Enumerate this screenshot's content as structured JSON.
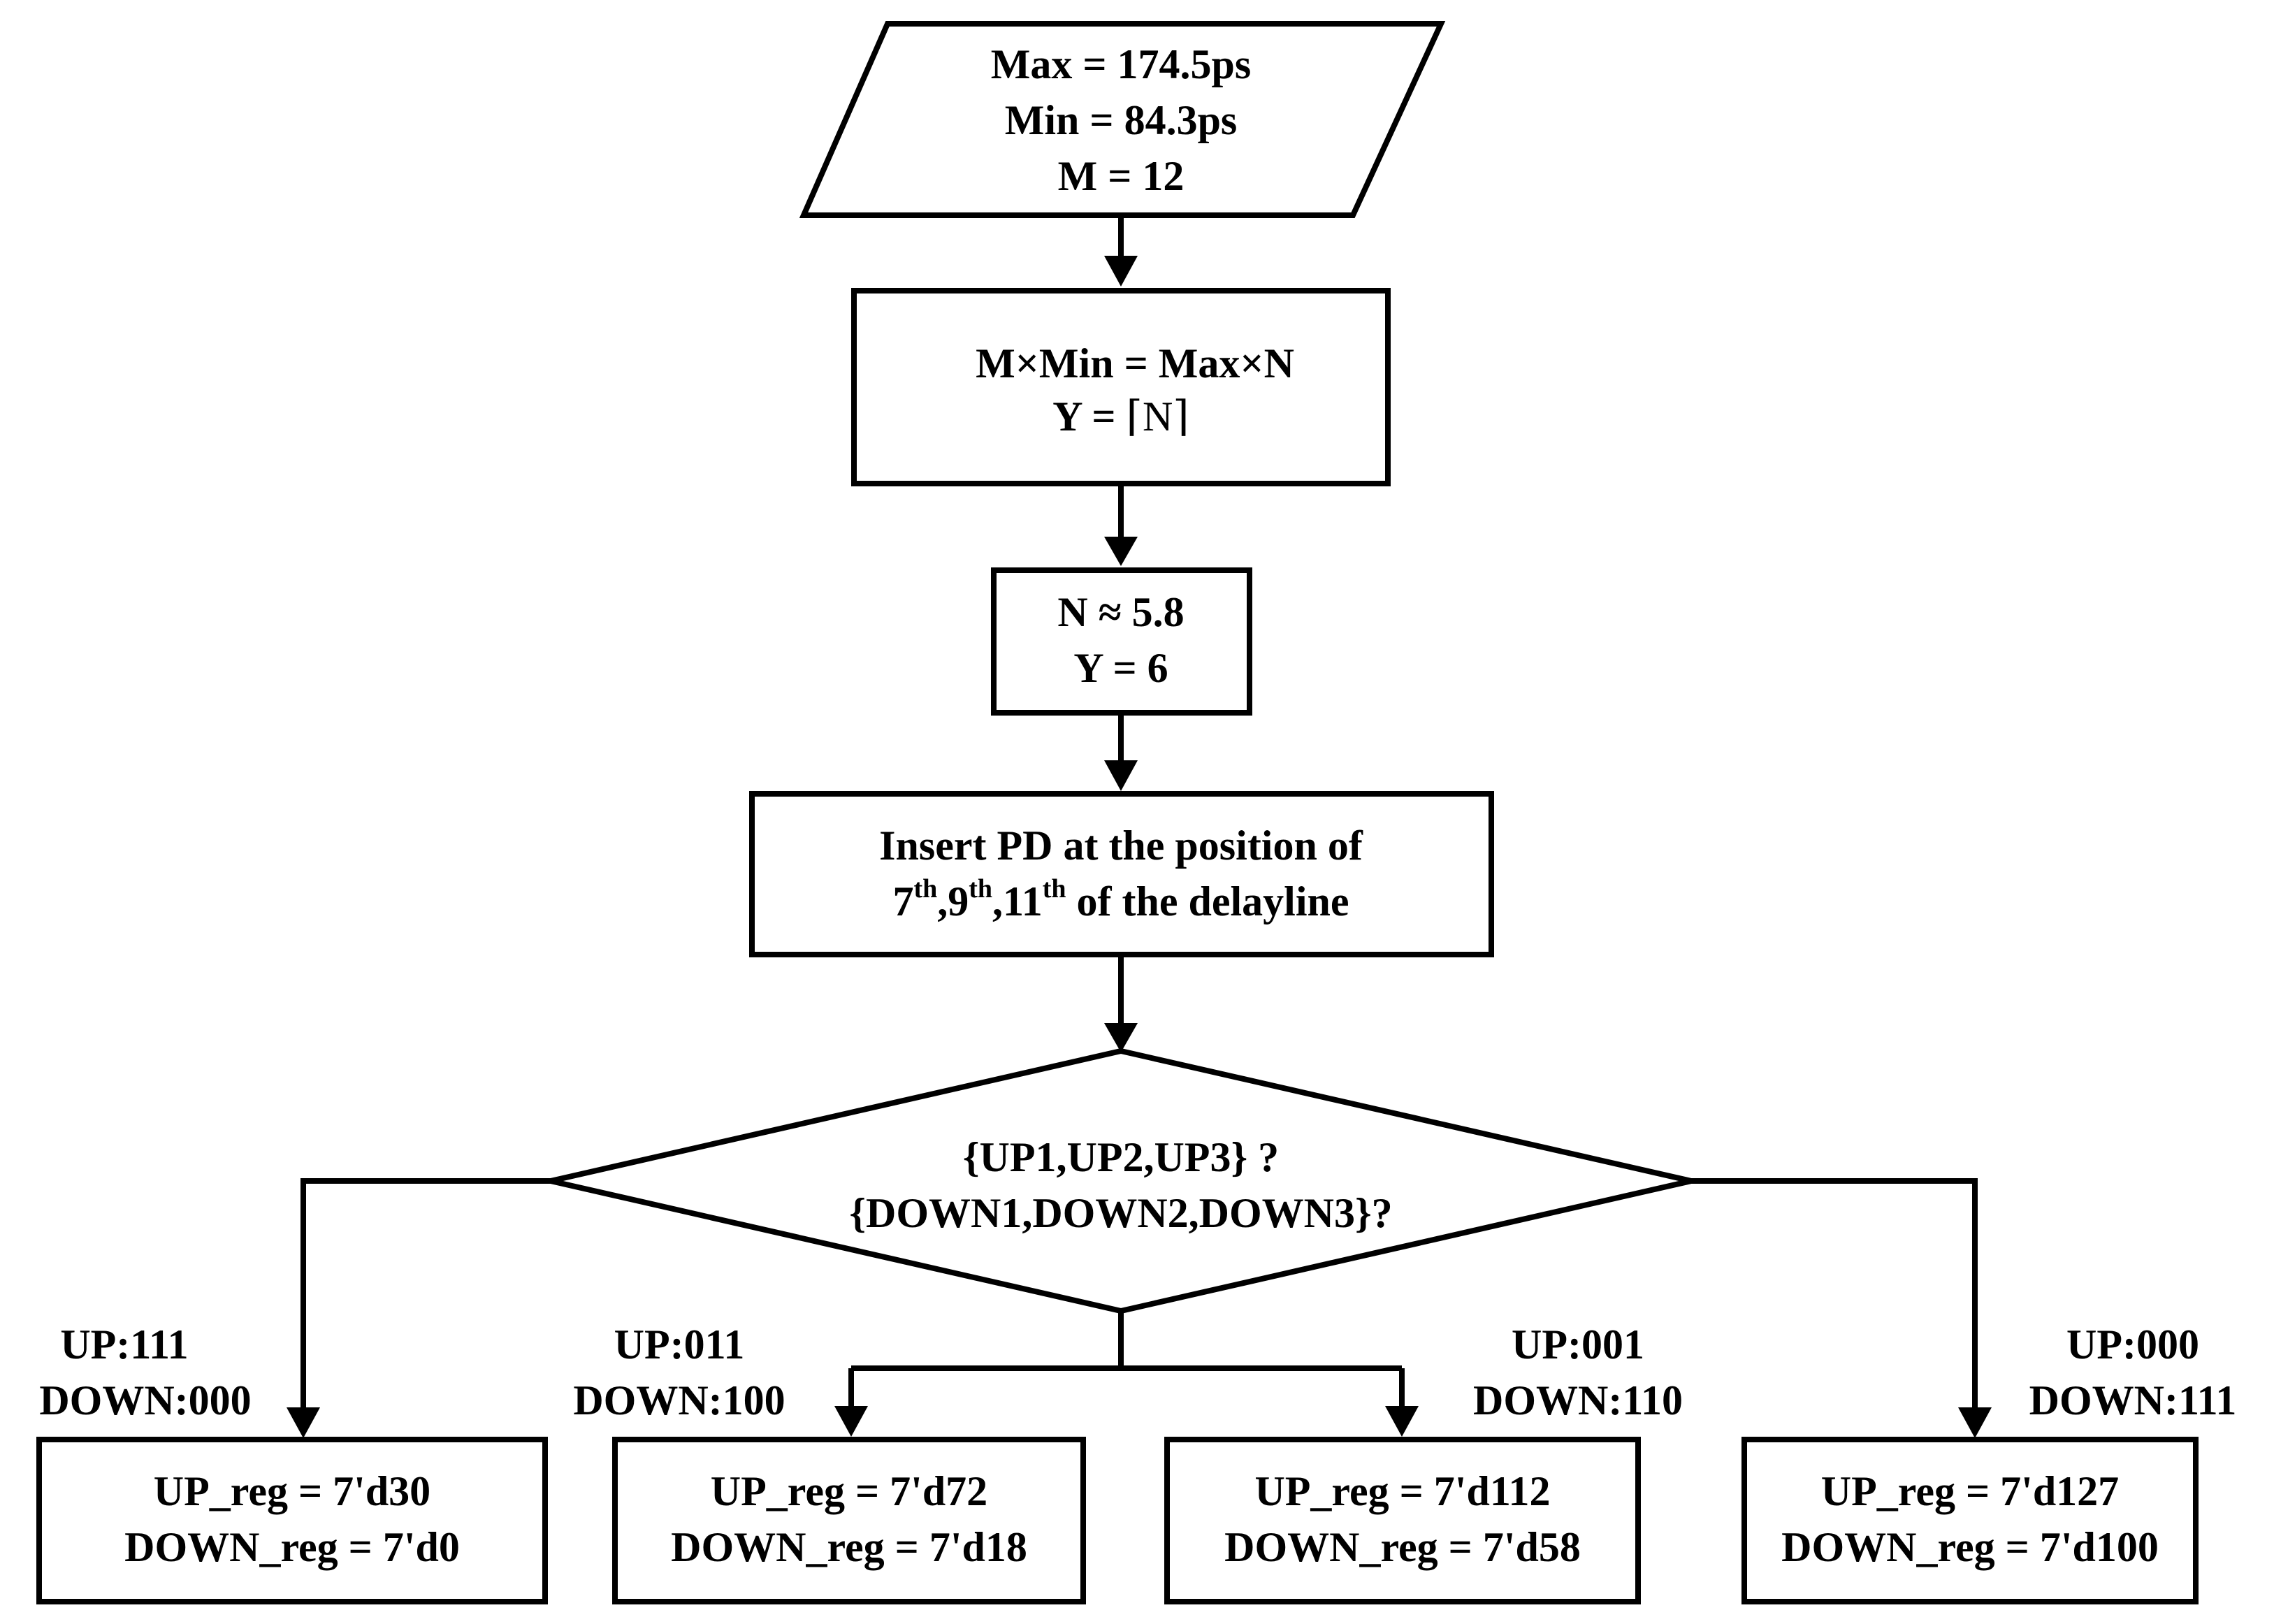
{
  "flowchart": {
    "input": {
      "line1": "Max = 174.5ps",
      "line2": "Min = 84.3ps",
      "line3": "M = 12"
    },
    "formula": {
      "line1": "M×Min = Max×N",
      "line2_prefix": "Y = ",
      "line2_ceiling": "⌈N⌉"
    },
    "result": {
      "line1": "N ≈ 5.8",
      "line2": "Y = 6"
    },
    "insert": {
      "line1": "Insert PD at the position of",
      "pos1": "7",
      "pos1_sup": "th",
      "pos2": ",9",
      "pos2_sup": "th",
      "pos3": ",11",
      "pos3_sup": "th",
      "line2_suffix": " of the delayline"
    },
    "decision": {
      "line1": "{UP1,UP2,UP3} ?",
      "line2": "{DOWN1,DOWN2,DOWN3}?"
    },
    "branches": [
      {
        "condition_up": "UP:111",
        "condition_down": "DOWN:000",
        "output_up": "UP_reg = 7'd30",
        "output_down": "DOWN_reg = 7'd0"
      },
      {
        "condition_up": "UP:011",
        "condition_down": "DOWN:100",
        "output_up": "UP_reg = 7'd72",
        "output_down": "DOWN_reg = 7'd18"
      },
      {
        "condition_up": "UP:001",
        "condition_down": "DOWN:110",
        "output_up": "UP_reg = 7'd112",
        "output_down": "DOWN_reg = 7'd58"
      },
      {
        "condition_up": "UP:000",
        "condition_down": "DOWN:111",
        "output_up": "UP_reg = 7'd127",
        "output_down": "DOWN_reg = 7'd100"
      }
    ]
  }
}
